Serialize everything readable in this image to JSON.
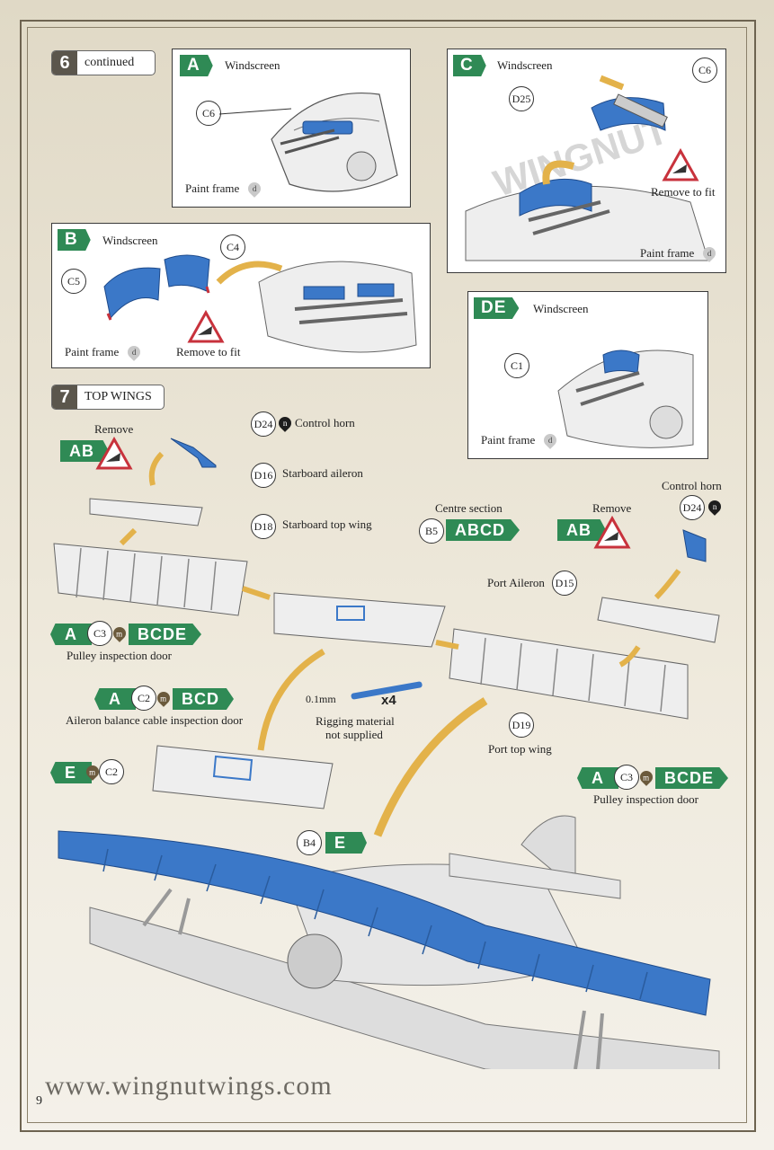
{
  "step6": {
    "number": "6",
    "label": "continued"
  },
  "step7": {
    "number": "7",
    "label": "TOP WINGS"
  },
  "panelA": {
    "tag": "A",
    "title": "Windscreen",
    "part": "C6",
    "paint": "Paint frame",
    "paint_code": "d"
  },
  "panelB": {
    "tag": "B",
    "title": "Windscreen",
    "part_left": "C5",
    "part_right": "C4",
    "paint": "Paint frame",
    "paint_code": "d",
    "remove": "Remove to fit"
  },
  "panelC": {
    "tag": "C",
    "title": "Windscreen",
    "part1": "D25",
    "part2": "C6",
    "remove": "Remove to fit",
    "paint": "Paint frame",
    "paint_code": "d"
  },
  "panelDE": {
    "tag": "DE",
    "title": "Windscreen",
    "part": "C1",
    "paint": "Paint frame",
    "paint_code": "d"
  },
  "wings": {
    "remove_left": "Remove",
    "remove_left_tag": "AB",
    "d24_left": "D24",
    "d24_code": "n",
    "control_horn_left": "Control horn",
    "d16": "D16",
    "starboard_aileron": "Starboard aileron",
    "d18": "D18",
    "starboard_top_wing": "Starboard top wing",
    "centre_section": "Centre section",
    "b5": "B5",
    "b5_tag": "ABCD",
    "remove_right": "Remove",
    "remove_right_tag": "AB",
    "control_horn_right": "Control horn",
    "d24_right": "D24",
    "port_aileron": "Port Aileron",
    "d15": "D15",
    "left_a": "A",
    "left_c3": "C3",
    "left_m": "m",
    "left_bcde": "BCDE",
    "pulley_left": "Pulley inspection door",
    "mid_a": "A",
    "mid_c2": "C2",
    "mid_m": "m",
    "mid_bcd": "BCD",
    "aileron_cable": "Aileron balance cable inspection door",
    "rigging_size": "0.1mm",
    "rigging_qty": "x4",
    "rigging_note_1": "Rigging material",
    "rigging_note_2": "not supplied",
    "d19": "D19",
    "port_top_wing": "Port top wing",
    "right_a": "A",
    "right_c3": "C3",
    "right_m": "m",
    "right_bcde": "BCDE",
    "pulley_right": "Pulley inspection door",
    "e_tag": "E",
    "e_m": "m",
    "e_c2": "C2",
    "b4": "B4",
    "b4_tag": "E"
  },
  "footer": {
    "url": "www.wingnutwings.com",
    "page": "9"
  },
  "colors": {
    "accent_green": "#2f8a55",
    "part_blue": "#3b78c8",
    "arrow_gold": "#e3b24a",
    "warn_red": "#c8323c"
  }
}
